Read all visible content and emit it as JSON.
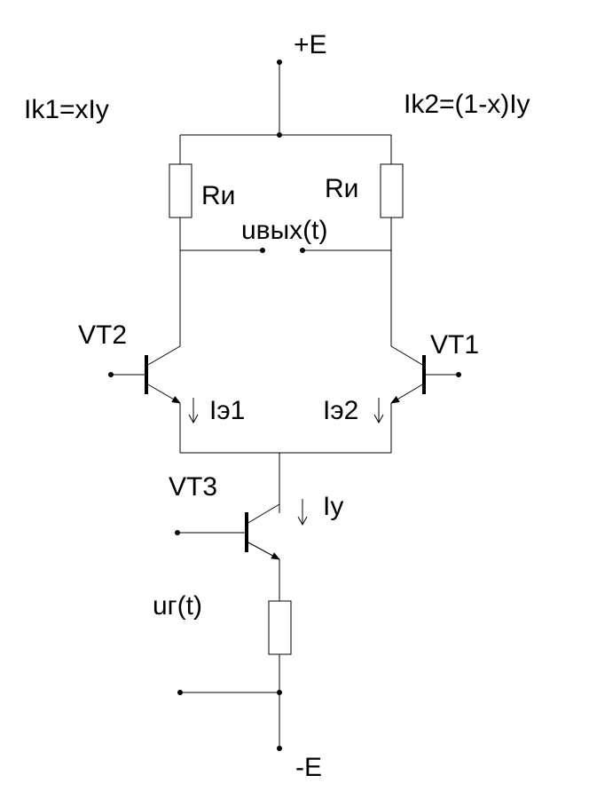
{
  "supply": {
    "positive": "+E",
    "negative": "-E"
  },
  "currents": {
    "ik1": "Ik1=xIy",
    "ik2": "Ik2=(1-x)Iy",
    "ie1": "Iэ1",
    "ie2": "Iэ2",
    "iy": "Iy"
  },
  "resistors": {
    "left": "Rи",
    "right": "Rи"
  },
  "signals": {
    "output": "uвых(t)",
    "input": "uг(t)"
  },
  "transistors": {
    "vt1": "VT1",
    "vt2": "VT2",
    "vt3": "VT3"
  },
  "colors": {
    "ink": "#000000",
    "background": "#ffffff"
  }
}
